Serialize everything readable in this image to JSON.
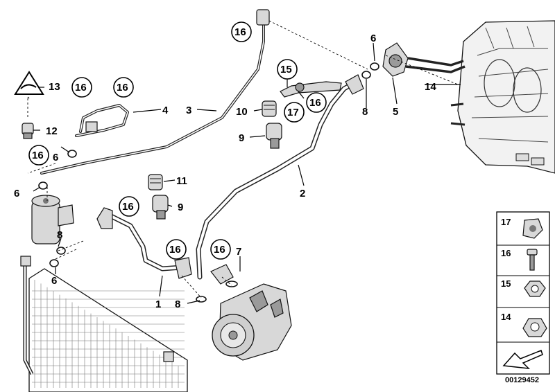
{
  "callouts": {
    "c1": "1",
    "c2": "2",
    "c3": "3",
    "c4": "4",
    "c5": "5",
    "c6a": "6",
    "c6b": "6",
    "c6c": "6",
    "c6d": "6",
    "c7": "7",
    "c8a": "8",
    "c8b": "8",
    "c8c": "8",
    "c9a": "9",
    "c9b": "9",
    "c10": "10",
    "c11": "11",
    "c12": "12",
    "c13": "13",
    "c14": "14",
    "c15": "15",
    "c16a": "16",
    "c16b": "16",
    "c16c": "16",
    "c16d": "16",
    "c16e": "16",
    "c16f": "16",
    "c16g": "16",
    "c16h": "16",
    "c17": "17"
  },
  "legend": {
    "items": [
      "17",
      "16",
      "15",
      "14"
    ]
  },
  "diagram_code": "00129452",
  "colors": {
    "line": "#222222",
    "part_fill": "#d8d8d8",
    "background": "#ffffff"
  }
}
